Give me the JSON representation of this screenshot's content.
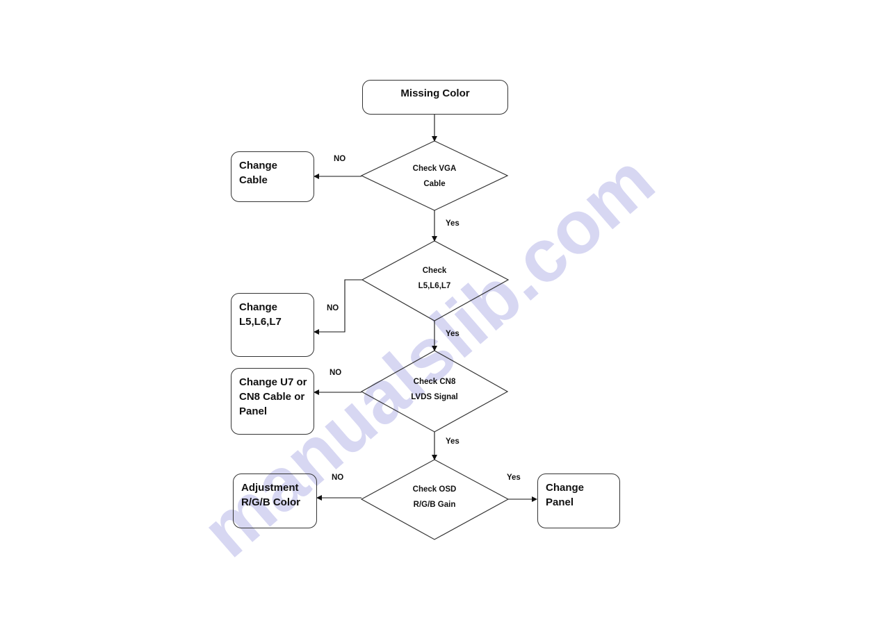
{
  "watermark": {
    "text": "manualslib.com",
    "color": "#c9c9ee"
  },
  "nodes": {
    "start": {
      "text": "Missing Color"
    },
    "change_cable": {
      "text": "Change\nCable"
    },
    "change_l": {
      "text": "Change\nL5,L6,L7"
    },
    "change_u7": {
      "text": "Change U7 or\nCN8 Cable or\nPanel"
    },
    "adjust": {
      "text": "Adjustment\nR/G/B Color"
    },
    "change_panel": {
      "text": "Change\nPanel"
    },
    "check_vga": {
      "text": "Check VGA\nCable"
    },
    "check_l": {
      "text": "Check\nL5,L6,L7"
    },
    "check_cn8": {
      "text": "Check CN8\nLVDS Signal"
    },
    "check_osd": {
      "text": "Check OSD\nR/G/B Gain"
    }
  },
  "edges": {
    "vga_no": "NO",
    "vga_yes": "Yes",
    "l_no": "NO",
    "l_yes": "Yes",
    "cn8_no": "NO",
    "cn8_yes": "Yes",
    "osd_no": "NO",
    "osd_yes": "Yes"
  }
}
